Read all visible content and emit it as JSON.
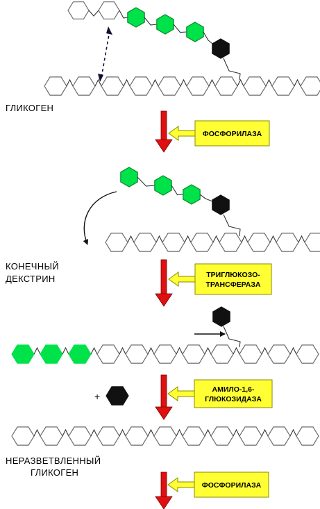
{
  "title": "",
  "colors": {
    "glucose_outline": "#6b6b6b",
    "branch_residue": "#00e24a",
    "branch_point": "#111111",
    "flow_arrow": "#e01010",
    "enzyme_box": "#ffff33",
    "enzyme_box_border": "#8a8a00"
  },
  "stages": [
    {
      "label_lines": [
        "ГЛИКОГЕН"
      ]
    },
    {
      "label_lines": [
        "КОНЕЧНЫЙ",
        "ДЕКСТРИН"
      ]
    },
    {
      "label_lines": []
    },
    {
      "label_lines": [
        "НЕРАЗВЕТВЛЕННЫЙ",
        "ГЛИКОГЕН"
      ]
    }
  ],
  "enzymes": [
    {
      "lines": [
        "ФОСФОРИЛАЗА"
      ]
    },
    {
      "lines": [
        "ТРИГЛЮКОЗО-",
        "ТРАНСФЕРАЗА"
      ]
    },
    {
      "lines": [
        "АМИЛО-1,6-",
        "ГЛЮКОЗИДАЗА"
      ]
    },
    {
      "lines": [
        "ФОСФОРИЛАЗА"
      ]
    }
  ],
  "free_glucose": {
    "prefix": "+"
  }
}
